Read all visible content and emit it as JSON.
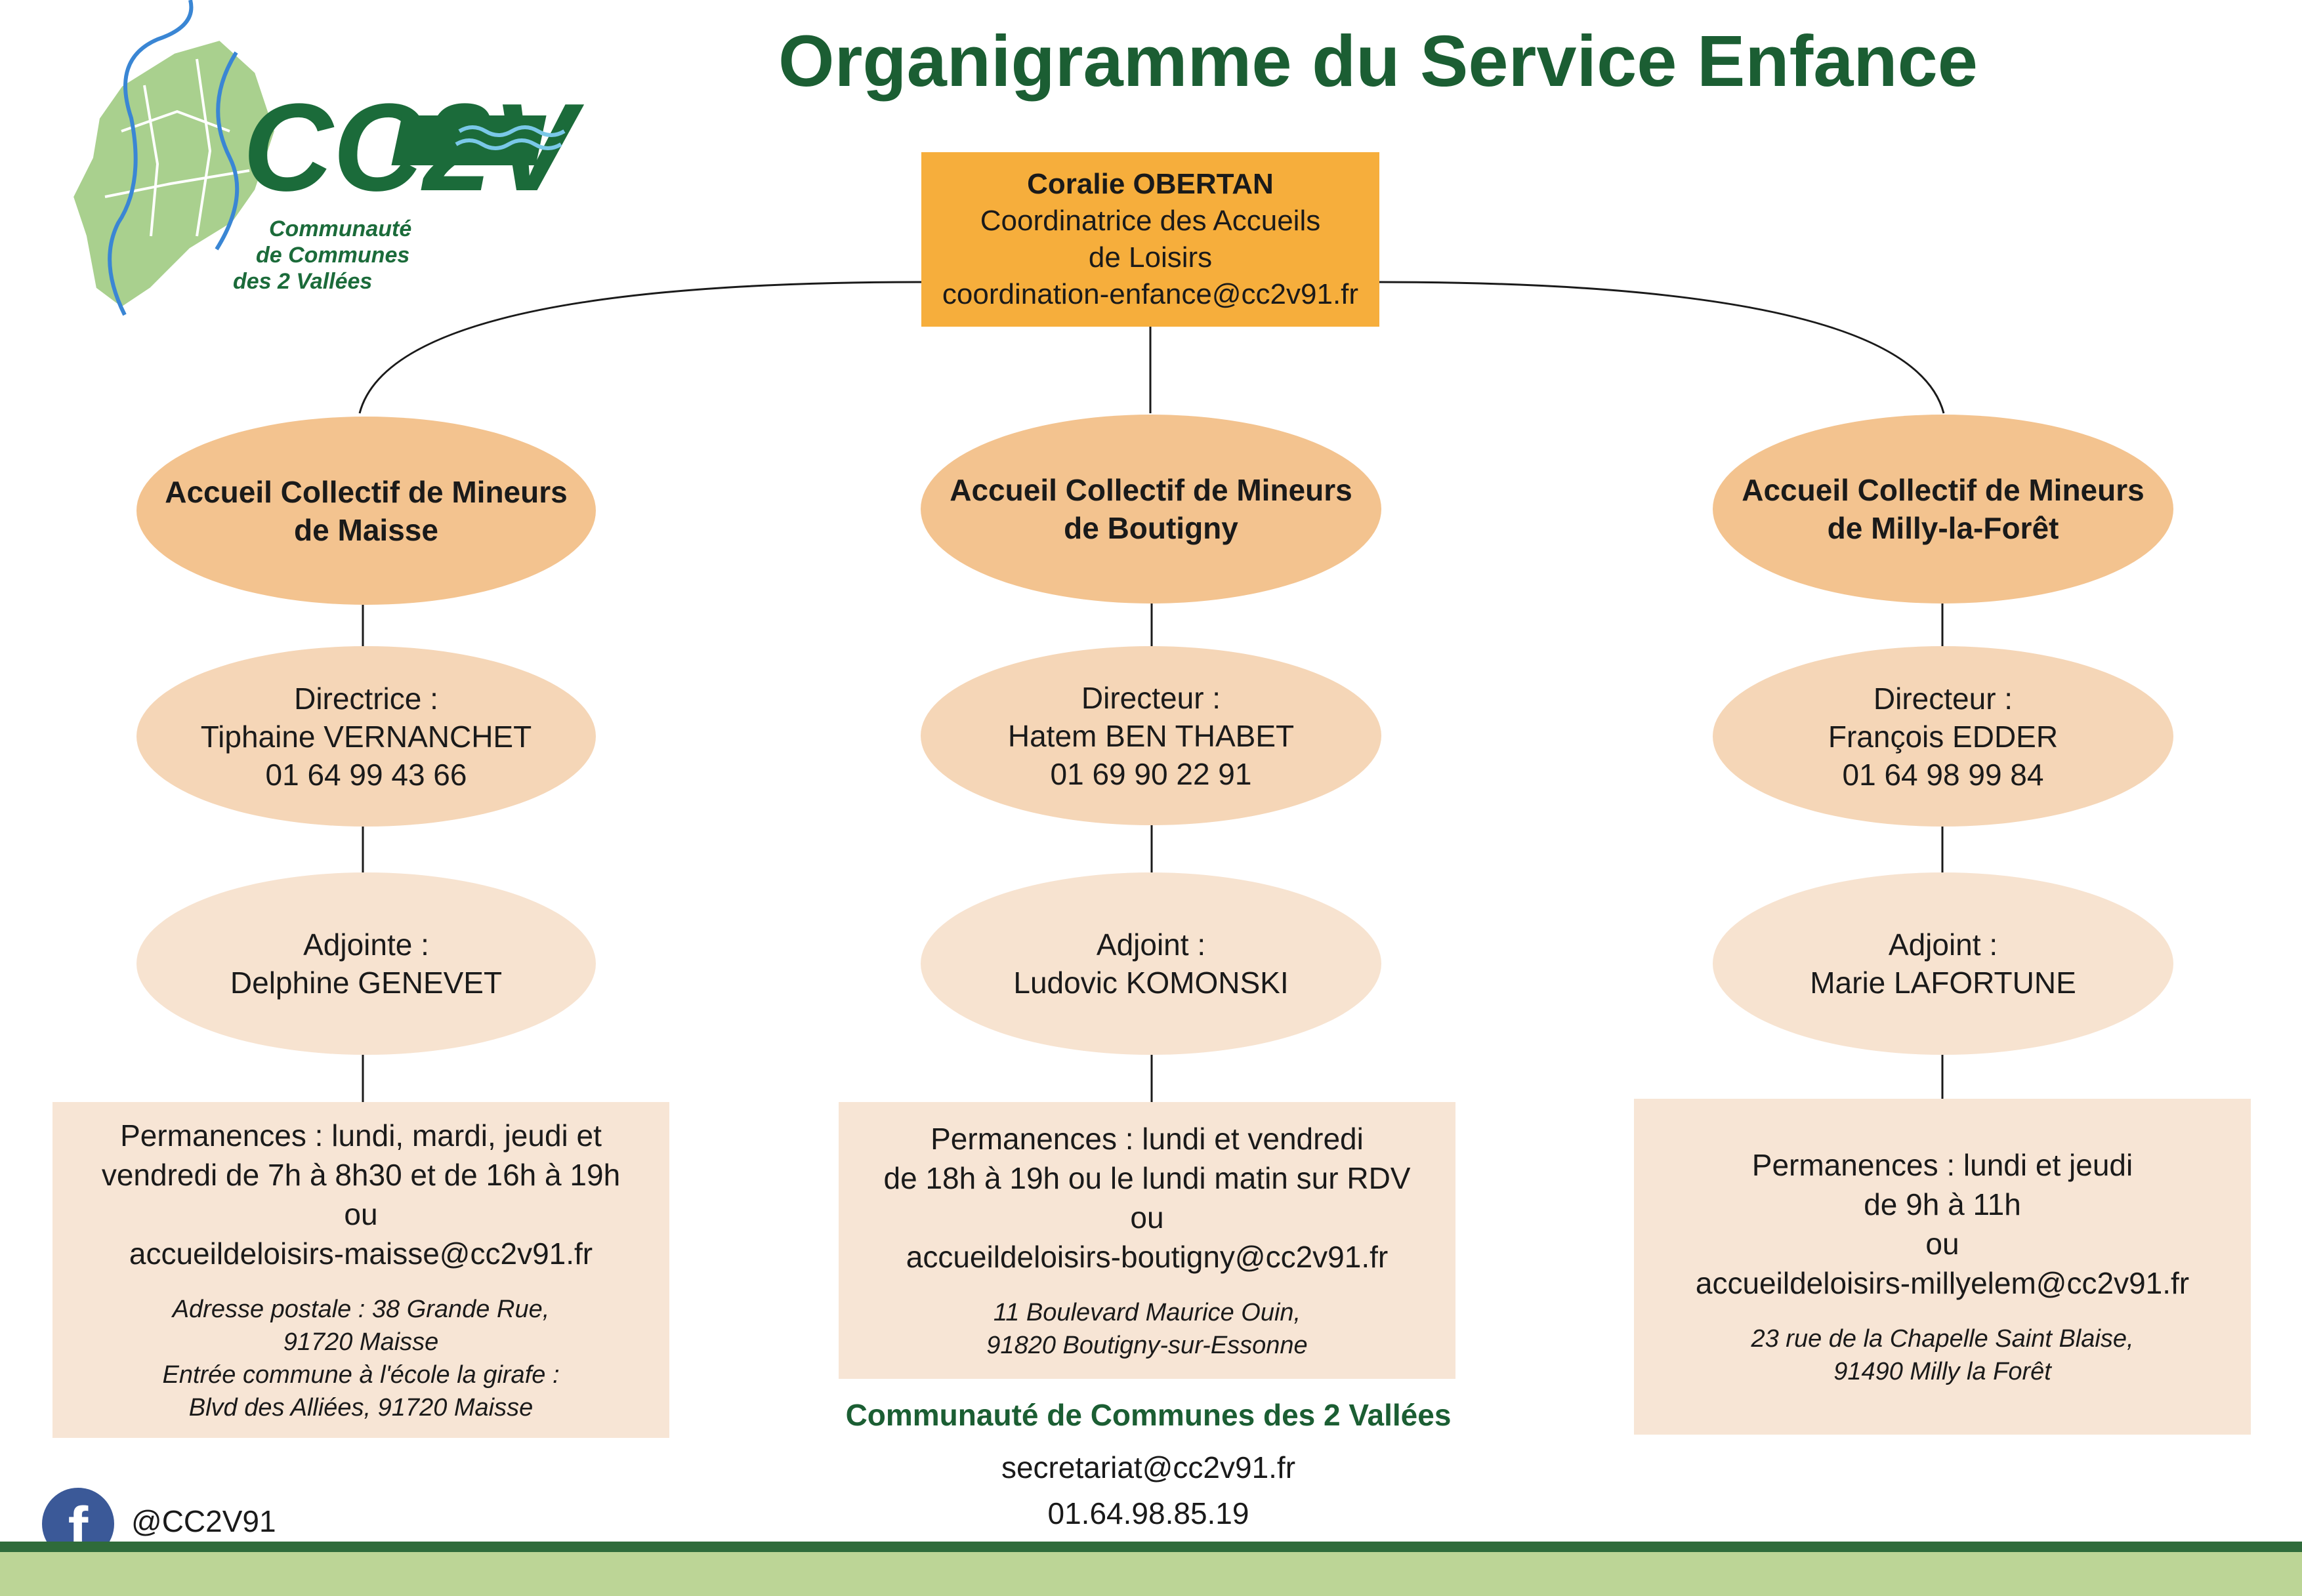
{
  "title": "Organigramme du Service Enfance",
  "logo": {
    "mark": "CC2V",
    "name_line1": "Communauté",
    "name_line2": "de Communes",
    "name_line3": "des 2 Vallées"
  },
  "coordinator": {
    "name": "Coralie OBERTAN",
    "role_line1": "Coordinatrice des Accueils",
    "role_line2": "de Loisirs",
    "email": "coordination-enfance@cc2v91.fr"
  },
  "centers": [
    {
      "title_line1": "Accueil Collectif de Mineurs",
      "title_line2": "de Maisse",
      "director_label": "Directrice :",
      "director_name": "Tiphaine VERNANCHET",
      "director_phone": "01 64 99 43 66",
      "deputy_label": "Adjointe :",
      "deputy_name": "Delphine GENEVET",
      "perm_line1": "Permanences : lundi, mardi,  jeudi et",
      "perm_line2": "vendredi de 7h à 8h30 et de 16h à 19h",
      "perm_or": "ou",
      "perm_email": "accueildeloisirs-maisse@cc2v91.fr",
      "addr_line1": "Adresse postale : 38 Grande Rue,",
      "addr_line2": "91720 Maisse",
      "addr_line3": "Entrée commune à l'école la girafe :",
      "addr_line4": "Blvd des Alliées, 91720 Maisse"
    },
    {
      "title_line1": "Accueil Collectif de Mineurs",
      "title_line2": "de Boutigny",
      "director_label": "Directeur :",
      "director_name": "Hatem BEN THABET",
      "director_phone": "01 69 90 22 91",
      "deputy_label": "Adjoint :",
      "deputy_name": "Ludovic KOMONSKI",
      "perm_line1": "Permanences : lundi et vendredi",
      "perm_line2": "de 18h à 19h ou le lundi matin sur RDV",
      "perm_or": "ou",
      "perm_email": "accueildeloisirs-boutigny@cc2v91.fr",
      "addr_line1": "11 Boulevard Maurice Ouin,",
      "addr_line2": "91820 Boutigny-sur-Essonne",
      "addr_line3": "",
      "addr_line4": ""
    },
    {
      "title_line1": "Accueil Collectif de Mineurs",
      "title_line2": "de Milly-la-Forêt",
      "director_label": "Directeur :",
      "director_name": "François EDDER",
      "director_phone": "01 64 98 99 84",
      "deputy_label": "Adjoint :",
      "deputy_name": "Marie LAFORTUNE",
      "perm_line1": "Permanences : lundi et jeudi",
      "perm_line2": "de 9h à 11h",
      "perm_or": "ou",
      "perm_email": "accueildeloisirs-millyelem@cc2v91.fr",
      "addr_line1": "23 rue de la Chapelle Saint Blaise,",
      "addr_line2": "91490 Milly la Forêt",
      "addr_line3": "",
      "addr_line4": ""
    }
  ],
  "footer": {
    "org_name": "Communauté de Communes des 2 Vallées",
    "email": "secretariat@cc2v91.fr",
    "phone": "01.64.98.85.19",
    "facebook_icon_letter": "f",
    "facebook_handle": "@CC2V91"
  },
  "colors": {
    "title_green": "#1b5e33",
    "coordinator_orange": "#f6ae3c",
    "level1": "#f3c38f",
    "level2": "#f5d6b7",
    "level3": "#f7e3d0",
    "facebook_blue": "#3b5998",
    "footer_band_light": "#bcd596"
  }
}
